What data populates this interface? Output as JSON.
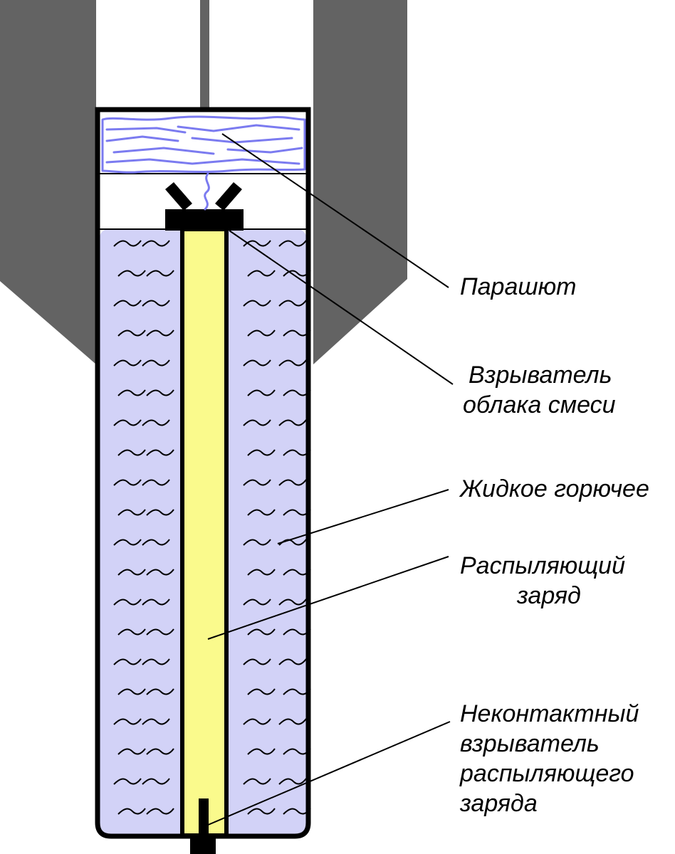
{
  "labels": {
    "parachute": [
      "Парашют"
    ],
    "cloud_fuze": [
      "Взрыватель",
      "облака смеси"
    ],
    "liquid_fuel": [
      "Жидкое горючее"
    ],
    "dispersal_charge": [
      "Распыляющий",
      "заряд"
    ],
    "proximity_fuze": [
      "Неконтактный",
      "взрыватель",
      "распыляющего",
      "заряда"
    ]
  },
  "colors": {
    "carrier_gray": "#636363",
    "fuel_fill": "#d2d2f7",
    "charge_fill": "#fafa8c",
    "parachute_line": "#7b7bf0",
    "outline": "#000000"
  }
}
